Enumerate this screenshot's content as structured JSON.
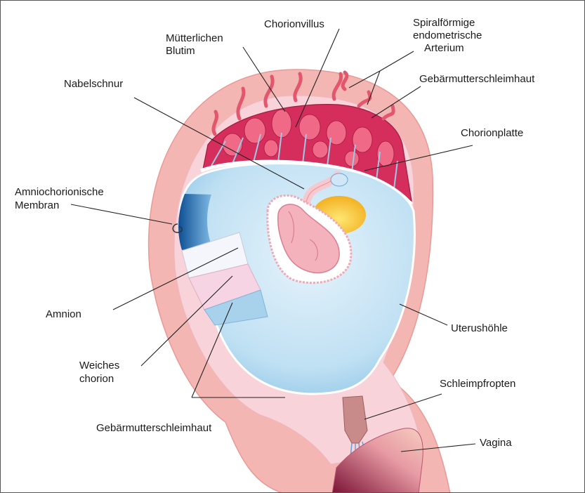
{
  "labels": {
    "chorionvillus": "Chorionvillus",
    "spiral_1": "Spiralförmige",
    "spiral_2": "endometrische",
    "spiral_3": "Arterium",
    "muetterlichen_1": "Mütterlichen",
    "muetterlichen_2": "Blutim",
    "gebaermutter_top": "Gebärmutterschleimhaut",
    "nabelschnur": "Nabelschnur",
    "chorionplatte": "Chorionplatte",
    "amniochorion_1": "Amniochorionische",
    "amniochorion_2": "Membran",
    "amnion": "Amnion",
    "uterushoehle": "Uterushöhle",
    "weiches_1": "Weiches",
    "weiches_2": "chorion",
    "schleimpfropten": "Schleimpfropten",
    "vagina": "Vagina",
    "gebaermutter_bottom": "Gebärmutterschleimhaut"
  },
  "colors": {
    "uterus_wall": "#f4b6b2",
    "endometrium": "#f8d4da",
    "placenta": "#d62e5c",
    "amniotic_fluid": "#b9def2",
    "amnion_edge": "#1e6fb3",
    "yolk_sac": "#f7c838",
    "embryo": "#f3b2bc"
  }
}
